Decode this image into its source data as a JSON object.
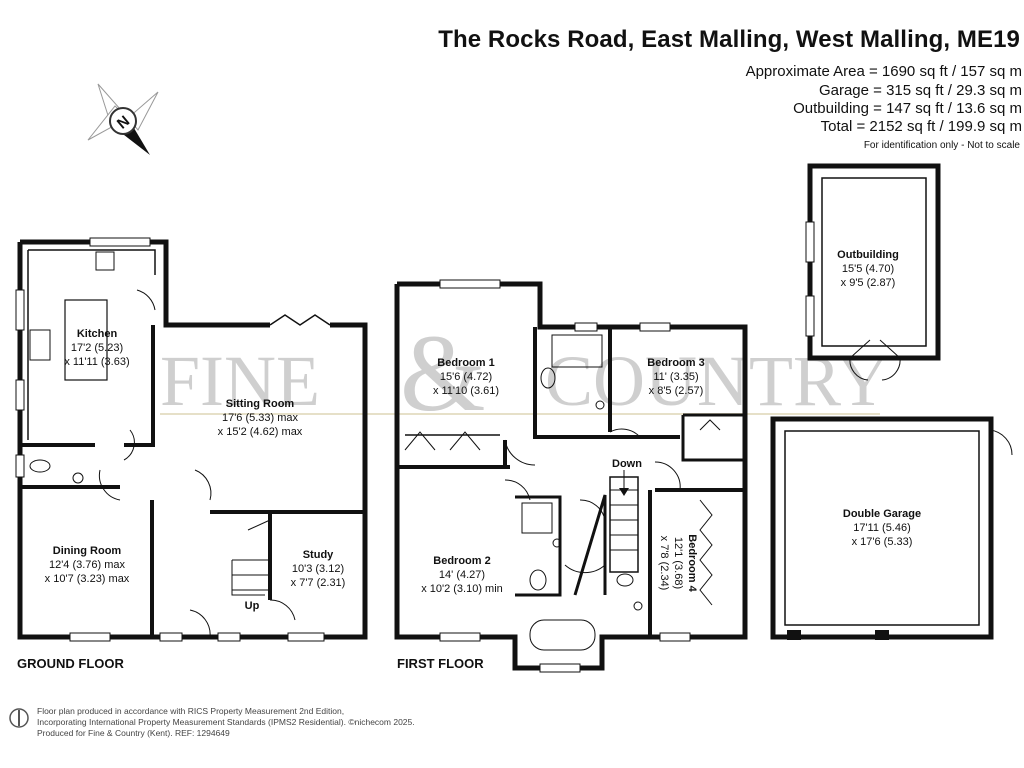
{
  "title": "The Rocks Road, East Malling, West Malling, ME19",
  "areas": [
    "Approximate Area = 1690 sq ft / 157 sq m",
    "Garage = 315 sq ft / 29.3 sq m",
    "Outbuilding = 147 sq ft / 13.6 sq m",
    "Total = 2152 sq ft / 199.9 sq m"
  ],
  "note": "For identification only - Not to scale",
  "compass": "N",
  "watermark": {
    "left": "FINE",
    "amp": "&",
    "right": "COUNTRY"
  },
  "floors": {
    "ground": "GROUND FLOOR",
    "first": "FIRST FLOOR"
  },
  "rooms": {
    "kitchen": {
      "name": "Kitchen",
      "dim1": "17'2 (5.23)",
      "dim2": "x 11'11 (3.63)"
    },
    "sitting": {
      "name": "Sitting Room",
      "dim1": "17'6 (5.33) max",
      "dim2": "x 15'2 (4.62) max"
    },
    "dining": {
      "name": "Dining Room",
      "dim1": "12'4 (3.76) max",
      "dim2": "x 10'7 (3.23) max"
    },
    "study": {
      "name": "Study",
      "dim1": "10'3 (3.12)",
      "dim2": "x 7'7 (2.31)"
    },
    "bed1": {
      "name": "Bedroom 1",
      "dim1": "15'6 (4.72)",
      "dim2": "x 11'10 (3.61)"
    },
    "bed2": {
      "name": "Bedroom 2",
      "dim1": "14' (4.27)",
      "dim2": "x 10'2 (3.10) min"
    },
    "bed3": {
      "name": "Bedroom 3",
      "dim1": "11' (3.35)",
      "dim2": "x 8'5 (2.57)"
    },
    "bed4": {
      "name": "Bedroom 4",
      "dim1": "12'1 (3.68)",
      "dim2": "x 7'8 (2.34)"
    },
    "outbuilding": {
      "name": "Outbuilding",
      "dim1": "15'5 (4.70)",
      "dim2": "x 9'5 (2.87)"
    },
    "garage": {
      "name": "Double Garage",
      "dim1": "17'11 (5.46)",
      "dim2": "x 17'6 (5.33)"
    }
  },
  "stairs": {
    "up": "Up",
    "down": "Down"
  },
  "footer": [
    "Floor plan produced in accordance with RICS Property Measurement 2nd Edition,",
    "Incorporating International Property Measurement Standards (IPMS2 Residential).  ©nichecom 2025.",
    "Produced for Fine & Country (Kent).   REF:  1294649"
  ]
}
